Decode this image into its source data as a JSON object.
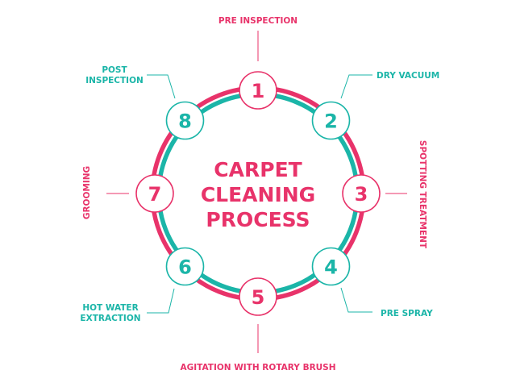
{
  "title": [
    "CARPET",
    "CLEANING",
    "PROCESS"
  ],
  "colors": {
    "pink": "#e8336a",
    "teal": "#1bb5a8"
  },
  "steps": [
    {
      "number": "1",
      "label": [
        "PRE INSPECTION"
      ]
    },
    {
      "number": "2",
      "label": [
        "DRY VACUUM"
      ]
    },
    {
      "number": "3",
      "label": [
        "SPOTTING TREATMENT"
      ]
    },
    {
      "number": "4",
      "label": [
        "PRE SPRAY"
      ]
    },
    {
      "number": "5",
      "label": [
        "AGITATION WITH ROTARY BRUSH"
      ]
    },
    {
      "number": "6",
      "label": [
        "HOT WATER",
        "EXTRACTION"
      ]
    },
    {
      "number": "7",
      "label": [
        "GROOMING"
      ]
    },
    {
      "number": "8",
      "label": [
        "POST",
        "INSPECTION"
      ]
    }
  ]
}
